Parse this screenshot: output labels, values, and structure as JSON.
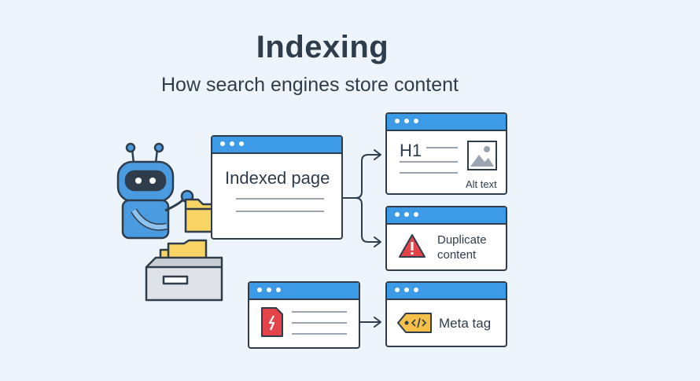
{
  "header": {
    "title": "Indexing",
    "subtitle": "How search engines store content"
  },
  "windows": {
    "indexed_page": {
      "label": "Indexed page"
    },
    "h1_window": {
      "heading": "H1",
      "image_caption": "Alt text"
    },
    "duplicate_window": {
      "label": "Duplicate content"
    },
    "meta_window": {
      "label": "Meta tag"
    }
  },
  "colors": {
    "accent": "#3d9ae6",
    "outline": "#2e3c4b",
    "folder": "#f7d463",
    "warning": "#e5434a",
    "tag": "#f5c04a",
    "robot": "#4a9be0",
    "background": "#eef4fb"
  },
  "icons": [
    "robot-icon",
    "folder-icon",
    "file-box-icon",
    "image-icon",
    "warning-icon",
    "pdf-file-icon",
    "code-tag-icon"
  ]
}
